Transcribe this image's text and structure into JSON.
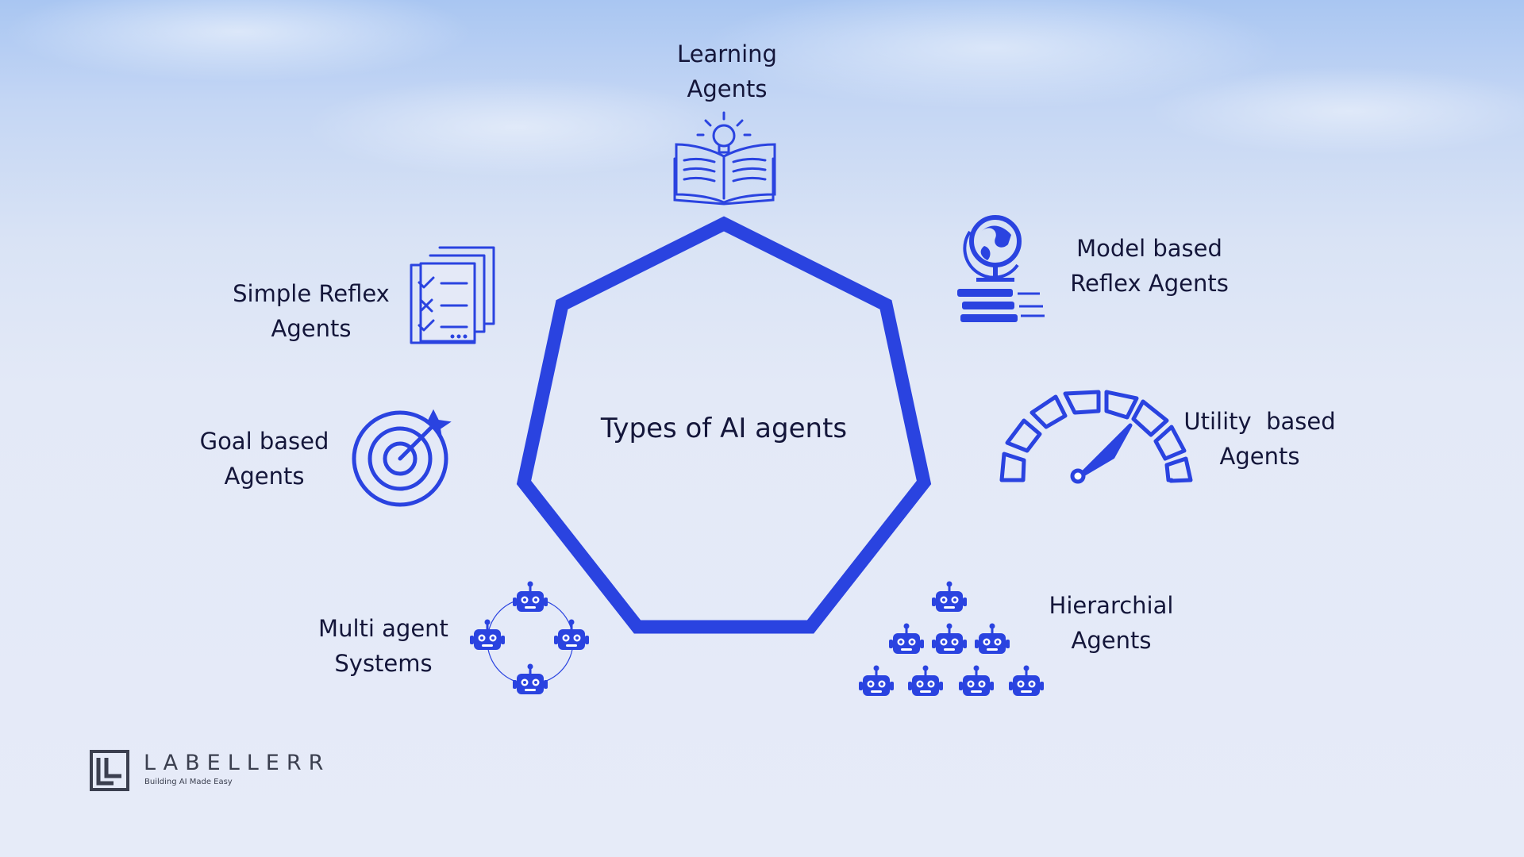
{
  "center_title": "Types of AI agents",
  "accent_color": "#2a43e0",
  "agents": [
    {
      "line1": "Learning",
      "line2": "Agents",
      "icon": "book-lightbulb-icon"
    },
    {
      "line1": "Model based",
      "line2": "Reflex Agents",
      "icon": "globe-books-icon"
    },
    {
      "line1": "Utility  based",
      "line2": "Agents",
      "icon": "gauge-icon"
    },
    {
      "line1": "Hierarchial",
      "line2": "Agents",
      "icon": "robot-pyramid-icon"
    },
    {
      "line1": "Multi agent",
      "line2": "Systems",
      "icon": "robot-ring-icon"
    },
    {
      "line1": "Goal based",
      "line2": "Agents",
      "icon": "target-arrow-icon"
    },
    {
      "line1": "Simple Reflex",
      "line2": "Agents",
      "icon": "checklist-icon"
    }
  ],
  "brand": {
    "name": "LABELLERR",
    "tagline": "Building AI Made Easy"
  }
}
